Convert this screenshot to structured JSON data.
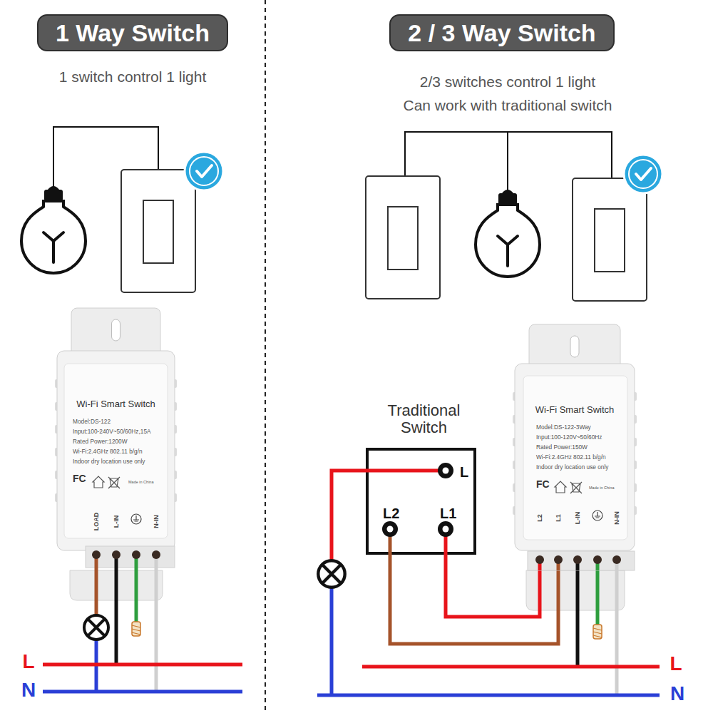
{
  "diagram": {
    "nodes": [
      {
        "text": [
          "1 Way Switch"
        ]
      },
      {
        "text": [
          "2 / 3 Way Switch"
        ]
      },
      {
        "text": [
          "Wi-Fi Smart Switch",
          "Model:DS-122",
          "Input:100-240V~50/60Hz,15A",
          "Rated Power:1200W",
          "Wi-Fi:2.4GHz 802.11 b/g/n",
          "Indoor dry location use only",
          "FC",
          "Made in China",
          "LOAD",
          "L-IN",
          "N-IN"
        ]
      },
      {
        "text": [
          "Traditional Switch",
          "L",
          "L2",
          "L1"
        ]
      },
      {
        "text": [
          "Wi-Fi Smart Switch",
          "Model:DS-122-3Way",
          "Input:100-120V~50/60Hz",
          "Rated Power:150W",
          "Wi-Fi:2.4GHz 802.11 b/g/n",
          "Indoor dry location use only",
          "FC",
          "Made in China",
          "L2",
          "L1",
          "L-IN",
          "N-IN"
        ]
      }
    ],
    "edges": [
      {
        "from": 3,
        "to": 4,
        "arrow": "none"
      },
      {
        "from": 3,
        "to": 4,
        "arrow": "none"
      }
    ],
    "labels": [
      "1 switch control 1 light",
      "2/3 switches control 1 light",
      "Can work with traditional switch",
      "L",
      "N",
      "L",
      "N"
    ]
  }
}
